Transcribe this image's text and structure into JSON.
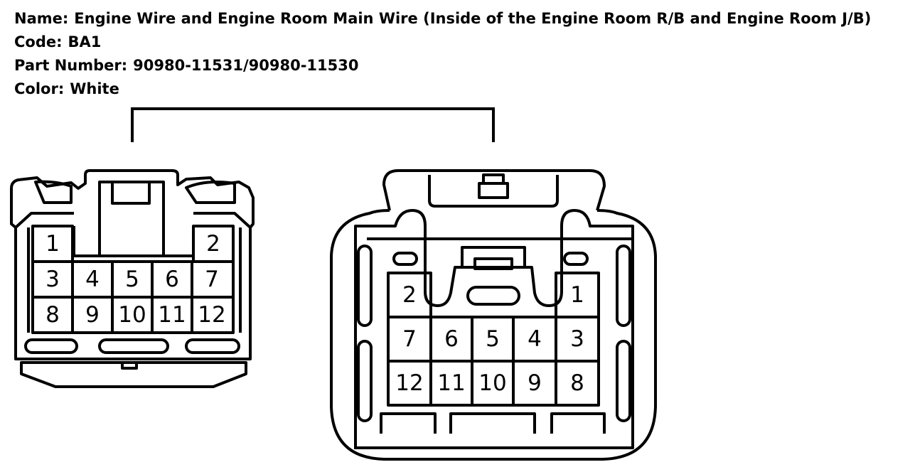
{
  "header": {
    "name_label": "Name:",
    "name_value": "Engine Wire and Engine Room Main Wire (Inside of the Engine Room R/B and Engine Room J/B)",
    "code_label": "Code:",
    "code_value": "BA1",
    "part_label": "Part Number:",
    "part_value": "90980-11531/90980-11530",
    "color_label": "Color:",
    "color_value": "White"
  },
  "left_connector": {
    "pins": [
      "1",
      "2",
      "3",
      "4",
      "5",
      "6",
      "7",
      "8",
      "9",
      "10",
      "11",
      "12"
    ]
  },
  "right_connector": {
    "pins": [
      "2",
      "1",
      "7",
      "6",
      "5",
      "4",
      "3",
      "12",
      "11",
      "10",
      "9",
      "8"
    ]
  }
}
